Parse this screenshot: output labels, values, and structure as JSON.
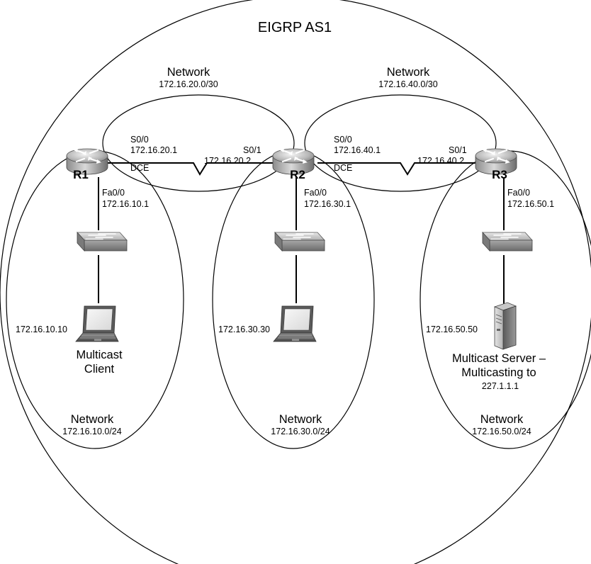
{
  "title": "EIGRP AS1",
  "routers": [
    {
      "name": "R1"
    },
    {
      "name": "R2"
    },
    {
      "name": "R3"
    }
  ],
  "wan_networks": [
    {
      "heading": "Network",
      "subnet": "172.16.20.0/30"
    },
    {
      "heading": "Network",
      "subnet": "172.16.40.0/30"
    }
  ],
  "lan_networks": [
    {
      "heading": "Network",
      "subnet": "172.16.10.0/24"
    },
    {
      "heading": "Network",
      "subnet": "172.16.30.0/24"
    },
    {
      "heading": "Network",
      "subnet": "172.16.50.0/24"
    }
  ],
  "interfaces": {
    "r1_s00": {
      "name": "S0/0",
      "ip": "172.16.20.1",
      "dce": "DCE"
    },
    "r2_s01": {
      "name": "S0/1",
      "ip": "172.16.20.2"
    },
    "r2_s00": {
      "name": "S0/0",
      "ip": "172.16.40.1",
      "dce": "DCE"
    },
    "r3_s01": {
      "name": "S0/1",
      "ip": "172.16.40.2"
    },
    "r1_fa00": {
      "name": "Fa0/0",
      "ip": "172.16.10.1"
    },
    "r2_fa00": {
      "name": "Fa0/0",
      "ip": "172.16.30.1"
    },
    "r3_fa00": {
      "name": "Fa0/0",
      "ip": "172.16.50.1"
    }
  },
  "hosts": {
    "client": {
      "ip": "172.16.10.10",
      "label_line1": "Multicast",
      "label_line2": "Client"
    },
    "pc2": {
      "ip": "172.16.30.30"
    },
    "server": {
      "ip": "172.16.50.50",
      "label_line1": "Multicast Server –",
      "label_line2": "Multicasting to",
      "group": "227.1.1.1"
    }
  }
}
